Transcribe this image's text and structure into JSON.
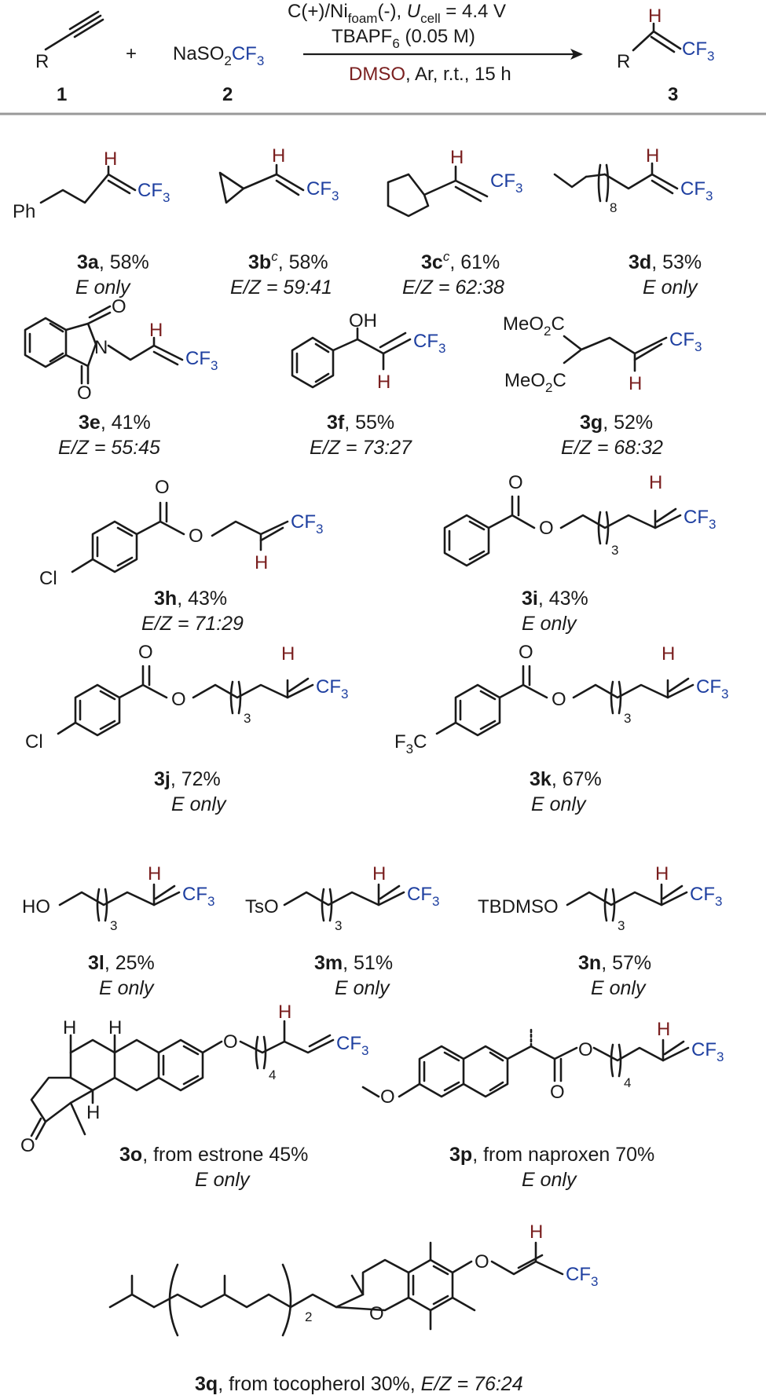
{
  "header": {
    "reactant1": {
      "group": "R",
      "num": "1"
    },
    "plus": "+",
    "reactant2": {
      "pre": "NaSO",
      "sub": "2",
      "cf3": "CF",
      "sub3": "3",
      "num": "2"
    },
    "conditions": {
      "line1_a": "C(+)/Ni",
      "line1_sub": "foam",
      "line1_b": "(-), ",
      "line1_u": "U",
      "line1_usub": "cell",
      "line1_c": " = 4.4 V",
      "line2_a": "TBAPF",
      "line2_sub": "6",
      "line2_b": " (0.05 M)",
      "line3_solvent": "DMSO",
      "line3_rest": ", Ar, r.t., 15 h"
    },
    "product": {
      "h": "H",
      "group": "R",
      "cf3": "CF",
      "sub3": "3",
      "num": "3"
    }
  },
  "compounds": [
    {
      "id": "3a",
      "sup": "",
      "yield": ", 58%",
      "sel": "E only"
    },
    {
      "id": "3b",
      "sup": "c",
      "yield": ", 58%",
      "sel": "E/Z = 59:41"
    },
    {
      "id": "3c",
      "sup": "c",
      "yield": ", 61%",
      "sel": "E/Z = 62:38"
    },
    {
      "id": "3d",
      "sup": "",
      "yield": ", 53%",
      "sel": "E only"
    },
    {
      "id": "3e",
      "sup": "",
      "yield": ", 41%",
      "sel": "E/Z = 55:45"
    },
    {
      "id": "3f",
      "sup": "",
      "yield": ", 55%",
      "sel": "E/Z = 73:27"
    },
    {
      "id": "3g",
      "sup": "",
      "yield": ", 52%",
      "sel": "E/Z = 68:32"
    },
    {
      "id": "3h",
      "sup": "",
      "yield": ", 43%",
      "sel": "E/Z = 71:29"
    },
    {
      "id": "3i",
      "sup": "",
      "yield": ", 43%",
      "sel": "E only"
    },
    {
      "id": "3j",
      "sup": "",
      "yield": ", 72%",
      "sel": "E only"
    },
    {
      "id": "3k",
      "sup": "",
      "yield": ", 67%",
      "sel": "E only"
    },
    {
      "id": "3l",
      "sup": "",
      "yield": ", 25%",
      "sel": "E only"
    },
    {
      "id": "3m",
      "sup": "",
      "yield": ", 51%",
      "sel": "E only"
    },
    {
      "id": "3n",
      "sup": "",
      "yield": ", 57%",
      "sel": "E only"
    },
    {
      "id": "3o",
      "sup": "",
      "yield": ", from estrone 45%",
      "sel": "E only"
    },
    {
      "id": "3p",
      "sup": "",
      "yield": ", from naproxen 70%",
      "sel": "E only"
    },
    {
      "id": "3q",
      "sup": "",
      "yield": ", from tocopherol 30%, ",
      "sel": "E/Z = 76:24"
    }
  ],
  "atoms": {
    "h": "H",
    "cf": "CF",
    "three": "3",
    "ph": "Ph",
    "o": "O",
    "n": "N",
    "oh": "OH",
    "meo": "MeO",
    "two": "2",
    "c": "C",
    "cl": "Cl",
    "ho": "HO",
    "tso": "TsO",
    "tbdmso": "TBDMSO",
    "f": "F",
    "eight": "8",
    "four": "4"
  },
  "colors": {
    "cf3": "#1e3fa0",
    "h": "#7a1f1f",
    "bond": "#1a1a1a",
    "separator": "#999999"
  }
}
